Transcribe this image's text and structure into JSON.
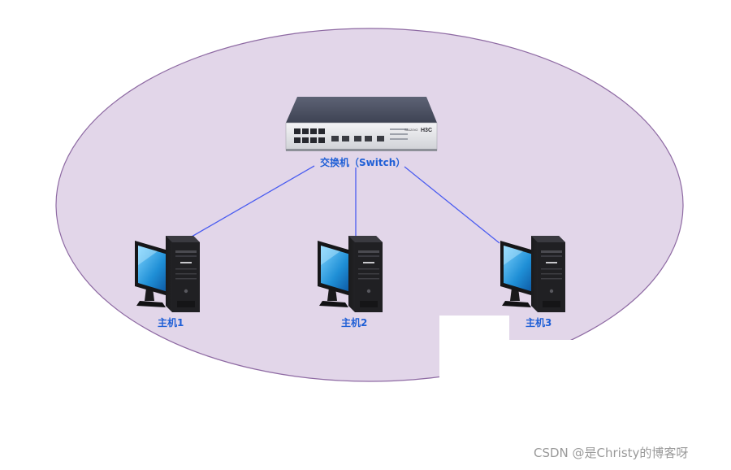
{
  "diagram": {
    "switch": {
      "label": "交换机（Switch）",
      "brand": "H3C",
      "model": "S5120V2"
    },
    "hosts": [
      {
        "label": "主机1"
      },
      {
        "label": "主机2"
      },
      {
        "label": "主机3"
      }
    ]
  },
  "watermark": "CSDN @是Christy的博客呀",
  "colors": {
    "ellipse_fill": "#e2d6e9",
    "ellipse_stroke": "#8e6aa3",
    "link": "#4a5cf0",
    "label": "#1f5fd6",
    "watermark": "#9a9a9a"
  }
}
